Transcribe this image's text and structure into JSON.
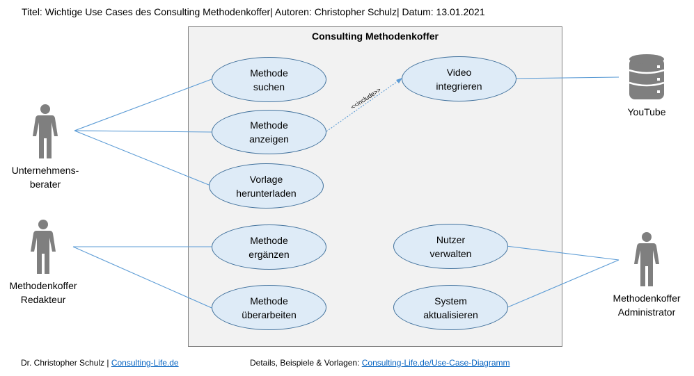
{
  "header": {
    "title": "Titel: Wichtige Use Cases des Consulting Methodenkoffer| Autoren: Christopher Schulz| Datum: 13.01.2021"
  },
  "system": {
    "name": "Consulting Methodenkoffer"
  },
  "actors": {
    "consultant": {
      "line1": "Unternehmens-",
      "line2": "berater",
      "icon": "person-icon"
    },
    "editor": {
      "line1": "Methodenkoffer",
      "line2": "Redakteur",
      "icon": "person-icon"
    },
    "admin": {
      "line1": "Methodenkoffer",
      "line2": "Administrator",
      "icon": "person-icon"
    },
    "youtube": {
      "label": "YouTube",
      "icon": "database-icon"
    }
  },
  "use_cases": {
    "search": {
      "line1": "Methode",
      "line2": "suchen"
    },
    "show": {
      "line1": "Methode",
      "line2": "anzeigen"
    },
    "download": {
      "line1": "Vorlage",
      "line2": "herunterladen"
    },
    "add": {
      "line1": "Methode",
      "line2": "ergänzen"
    },
    "edit": {
      "line1": "Methode",
      "line2": "überarbeiten"
    },
    "video": {
      "line1": "Video",
      "line2": "integrieren"
    },
    "users": {
      "line1": "Nutzer",
      "line2": "verwalten"
    },
    "update": {
      "line1": "System",
      "line2": "aktualisieren"
    }
  },
  "include_label": "<<include>>",
  "footer": {
    "left_text": "Dr. Christopher Schulz | ",
    "left_link": "Consulting-Life.de",
    "right_text": "Details, Beispiele & Vorlagen: ",
    "right_link": "Consulting-Life.de/Use-Case-Diagramm"
  },
  "colors": {
    "usecase_fill": "#deebf7",
    "usecase_stroke": "#41719c",
    "line": "#5b9bd5",
    "actor": "#7f7f7f",
    "system_fill": "#f2f2f2",
    "link": "#0563c1"
  }
}
